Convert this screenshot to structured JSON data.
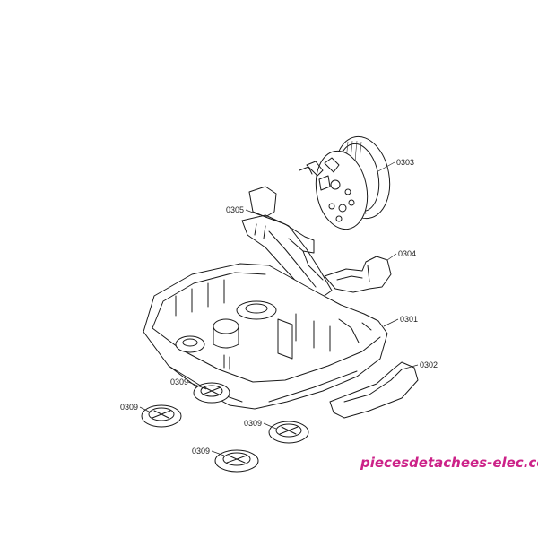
{
  "diagram": {
    "parts": [
      {
        "id": "cord-reel",
        "ref": "0303"
      },
      {
        "id": "hose-connector",
        "ref": "0305"
      },
      {
        "id": "bracket",
        "ref": "0304"
      },
      {
        "id": "bottom-housing",
        "ref": "0301"
      },
      {
        "id": "carry-handle",
        "ref": "0302"
      },
      {
        "id": "wheel-1",
        "ref": "0309"
      },
      {
        "id": "wheel-2",
        "ref": "0309"
      },
      {
        "id": "wheel-3",
        "ref": "0309"
      },
      {
        "id": "wheel-4",
        "ref": "0309"
      }
    ]
  },
  "watermark": "piecesdetachees-elec.com"
}
